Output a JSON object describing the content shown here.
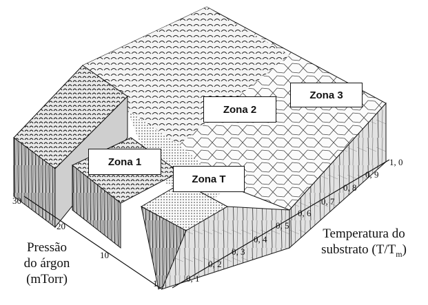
{
  "zones": {
    "zona1": "Zona 1",
    "zonaT": "Zona T",
    "zona2": "Zona 2",
    "zona3": "Zona 3"
  },
  "axes": {
    "pressure": {
      "title_line1": "Pressão",
      "title_line2": "do árgon",
      "title_line3": "(mTorr)",
      "ticks": [
        "30",
        "20",
        "10",
        "1"
      ]
    },
    "temperature": {
      "title_line1": "Temperatura do",
      "title_line2_prefix": "substrato (T/T",
      "title_line2_sub": "m",
      "title_line2_suffix": ")",
      "ticks": [
        "0, 1",
        "0, 2",
        "0, 3",
        "0, 4",
        "0, 5",
        "0, 6",
        "0, 7",
        "0, 8",
        "0, 9",
        "1, 0"
      ]
    }
  },
  "colors": {
    "ink": "#111111",
    "texture_fill": "#f2f2f2",
    "column_fill": "#bdbdbd"
  }
}
